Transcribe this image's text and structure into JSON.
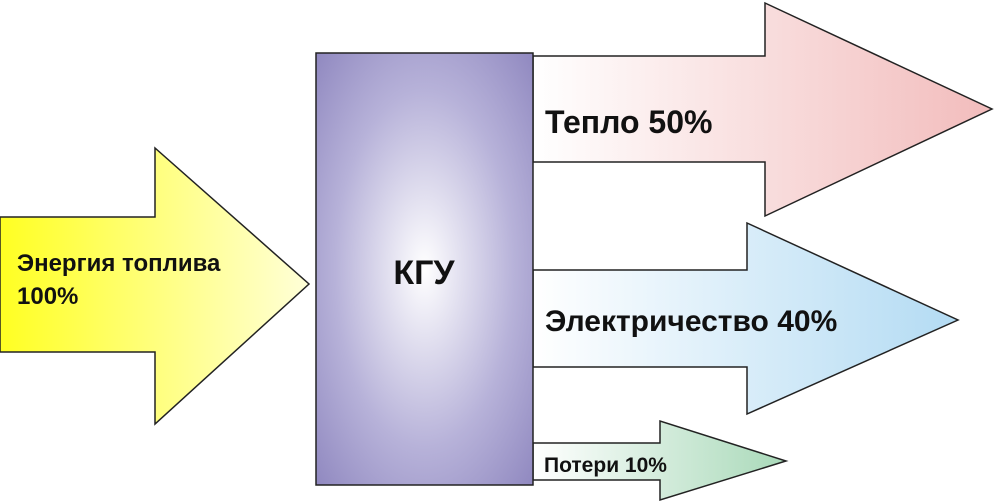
{
  "input": {
    "label_line1": "Энергия топлива",
    "label_line2": "100%"
  },
  "unit": {
    "label": "КГУ"
  },
  "outputs": {
    "heat": {
      "label": "Тепло 50%"
    },
    "electricity": {
      "label": "Электричество 40%"
    },
    "losses": {
      "label": "Потери 10%"
    }
  },
  "colors": {
    "input_fill": "#ffff33",
    "unit_fill": "#8f87c0",
    "heat_fill": "#f4c6c6",
    "electricity_fill": "#bfe0f4",
    "losses_fill": "#b8dfc5",
    "stroke": "#222222"
  }
}
